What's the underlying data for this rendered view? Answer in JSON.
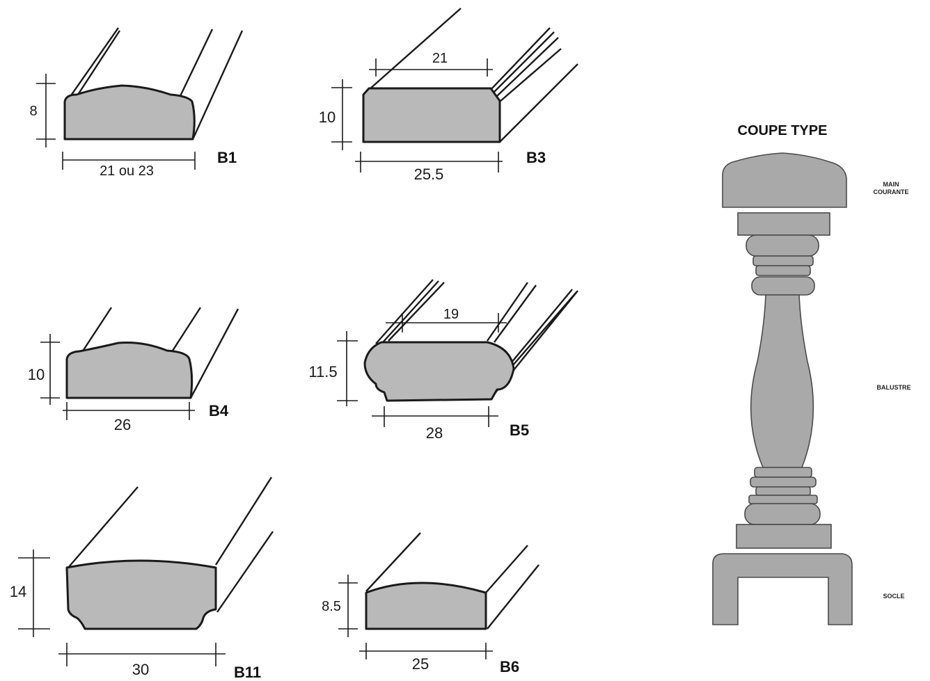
{
  "profiles": {
    "b1": {
      "code": "B1",
      "height": "8",
      "width": "21 ou 23"
    },
    "b3": {
      "code": "B3",
      "height": "10",
      "width": "25.5",
      "top_width": "21"
    },
    "b4": {
      "code": "B4",
      "height": "10",
      "width": "26"
    },
    "b5": {
      "code": "B5",
      "height": "11.5",
      "width": "28",
      "top_width": "19"
    },
    "b11": {
      "code": "B11",
      "height": "14",
      "width": "30"
    },
    "b6": {
      "code": "B6",
      "height": "8.5",
      "width": "25"
    }
  },
  "section": {
    "title": "COUPE TYPE",
    "handrail_line1": "MAIN",
    "handrail_line2": "COURANTE",
    "baluster": "BALUSTRE",
    "base": "SOCLE"
  },
  "colors": {
    "profile_fill": "#b9b9b9",
    "baluster_fill": "#a9a9a9",
    "line": "#1a1a1a"
  }
}
